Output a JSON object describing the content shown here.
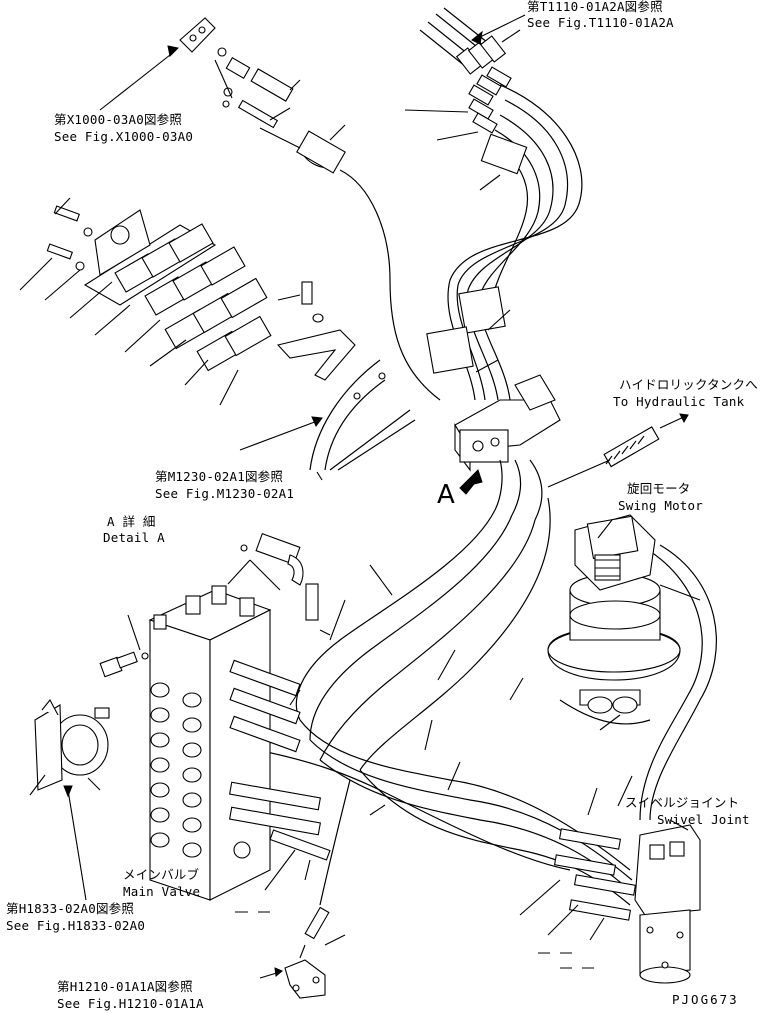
{
  "labels": {
    "fig_t1110_jp": "第T1110-01A2A図参照",
    "fig_t1110_en": "See Fig.T1110-01A2A",
    "fig_x1000_jp": "第X1000-03A0図参照",
    "fig_x1000_en": "See Fig.X1000-03A0",
    "hydraulic_tank_jp": "ハイドロリックタンクへ",
    "hydraulic_tank_en": "To Hydraulic Tank",
    "fig_m1230_jp": "第M1230-02A1図参照",
    "fig_m1230_en": "See Fig.M1230-02A1",
    "view_a": "A",
    "detail_a_jp": "A 詳 細",
    "detail_a_en": "Detail A",
    "swing_motor_jp": "旋回モータ",
    "swing_motor_en": "Swing Motor",
    "swivel_joint_jp": "スイベルジョイント",
    "swivel_joint_en": "Swivel Joint",
    "main_valve_jp": "メインバルブ",
    "main_valve_en": "Main Valve",
    "fig_h1833_jp": "第H1833-02A0図参照",
    "fig_h1833_en": "See Fig.H1833-02A0",
    "fig_h1210_jp": "第H1210-01A1A図参照",
    "fig_h1210_en": "See Fig.H1210-01A1A",
    "drawing_code": "PJOG673"
  }
}
